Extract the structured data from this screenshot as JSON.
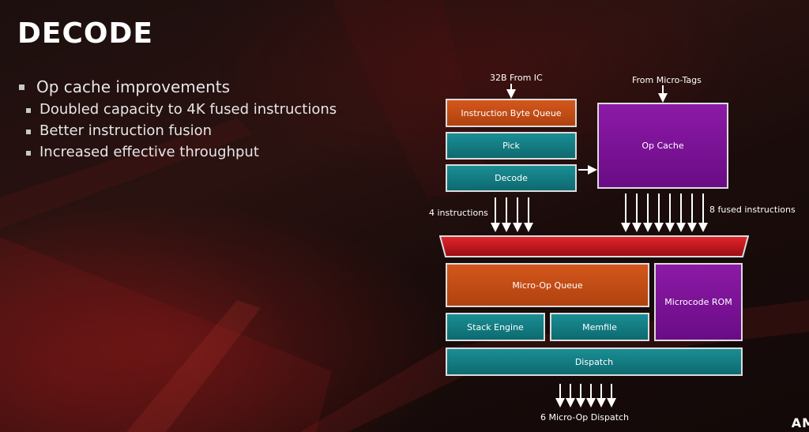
{
  "slide": {
    "title": "DECODE"
  },
  "bullets": [
    {
      "level": 1,
      "text": "Op cache improvements"
    },
    {
      "level": 2,
      "text": "Doubled capacity to 4K fused instructions"
    },
    {
      "level": 2,
      "text": "Better instruction fusion"
    },
    {
      "level": 2,
      "text": "Increased effective throughput"
    }
  ],
  "diagram": {
    "labels": {
      "from_ic": "32B From IC",
      "from_tags": "From Micro-Tags",
      "four_instr": "4 instructions",
      "eight_fused": "8 fused instructions",
      "dispatch_out": "6 Micro-Op Dispatch"
    },
    "blocks": {
      "ibq": "Instruction Byte Queue",
      "pick": "Pick",
      "decode": "Decode",
      "op_cache": "Op Cache",
      "uop_queue": "Micro-Op Queue",
      "microcode_rom": "Microcode ROM",
      "stack_engine": "Stack Engine",
      "memfile": "Memfile",
      "dispatch": "Dispatch"
    },
    "colors": {
      "orange": "#c24d15",
      "teal": "#137c82",
      "purple": "#7a139a",
      "red_bar": "#c8141c"
    }
  },
  "logo": {
    "text": "AM"
  }
}
